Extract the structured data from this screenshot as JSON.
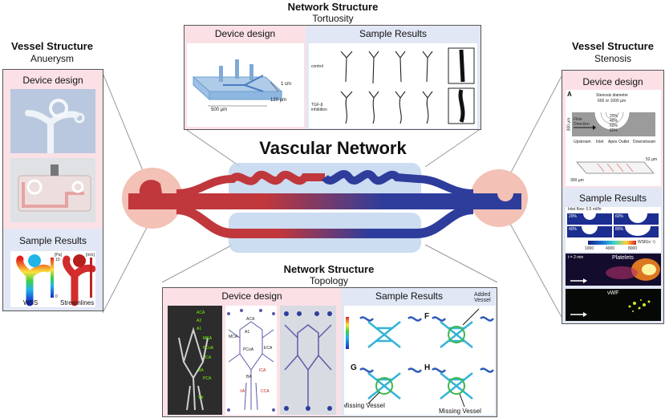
{
  "center": {
    "title": "Vascular Network"
  },
  "tortuosity": {
    "heading": "Network Structure",
    "subheading": "Tortuosity",
    "device_label": "Device design",
    "results_label": "Sample Results",
    "dim_1cm": "1 cm",
    "dim_500": "500 µm",
    "dim_120": "120 µm",
    "row_control": "control",
    "row_tgf": "TGF-β inhibition"
  },
  "aneurysm": {
    "heading": "Vessel Structure",
    "subheading": "Anuerysm",
    "device_label": "Device design",
    "results_label": "Sample Results",
    "wss_label": "WSS",
    "streamlines_label": "Streamlines",
    "unit_pa": "[Pa]",
    "unit_ms": "[m/s]",
    "scale_min": "0",
    "scale_max": "10",
    "scale_max2": "1"
  },
  "stenosis": {
    "heading": "Vessel Structure",
    "subheading": "Stenosis",
    "device_label": "Device design",
    "results_label": "Sample Results",
    "panel_a": "A",
    "stenosis_diameter": "Stenosis diameter",
    "diameter_values": "600 or 1000 µm",
    "percents": [
      "20%",
      "40%",
      "60%",
      "80%"
    ],
    "flow_direction": "Flow Direction",
    "height": "300 µm",
    "positions": [
      "Upstream",
      "Inlet",
      "Apex",
      "Outlet",
      "Downstream"
    ],
    "width_52": "52 µm",
    "width_300": "300 µm",
    "inlet_flow": "Inlet flow: 0.5 ml/hr",
    "result_percents": [
      "20%",
      "60%",
      "40%",
      "80%"
    ],
    "wsr_label": "WSR(s⁻¹)",
    "wsr_ticks": [
      "1000",
      "4000",
      "8000"
    ],
    "time": "t = 2 min",
    "platelets": "Platelets",
    "vwf": "vWF"
  },
  "topology": {
    "heading": "Network Structure",
    "subheading": "Topology",
    "device_label": "Device design",
    "results_label": "Sample Results",
    "added_vessel": "Added Vessel",
    "missing_vessel_left": "Missing Vessel",
    "missing_vessel_right": "Missing Vessel",
    "panel_f": "F",
    "panel_g": "G",
    "panel_h": "H",
    "angio_labels": [
      "ACA",
      "A2",
      "A1",
      "MCA",
      "PCoA",
      "ICA",
      "BA",
      "PCA",
      "VA"
    ],
    "schematic_labels": [
      "ACA",
      "MCA",
      "A1",
      "PCoA",
      "ECA",
      "ICA",
      "BA",
      "VA",
      "CCA"
    ]
  },
  "colors": {
    "arterial_red": "#c0373c",
    "venous_blue": "#2e3d9c",
    "pink_bg": "#fbe1e6",
    "blue_bg": "#e2e7f5"
  }
}
